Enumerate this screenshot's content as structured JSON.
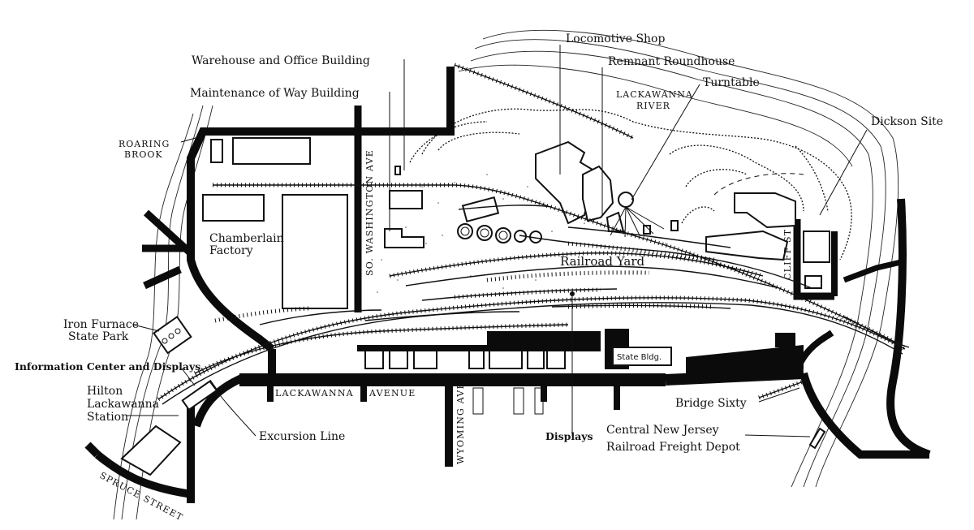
{
  "labels": {
    "locomotive_shop": "Locomotive Shop",
    "warehouse_office": "Warehouse and Office Building",
    "remnant_roundhouse": "Remnant Roundhouse",
    "turntable": "Turntable",
    "maintenance_of_way": "Maintenance of Way Building",
    "lackawanna_river": [
      "LACKAWANNA",
      "RIVER"
    ],
    "dickson_site": "Dickson Site",
    "roaring_brook": [
      "ROARING",
      "BROOK"
    ],
    "chamberlain_factory": [
      "Chamberlain",
      "Factory"
    ],
    "railroad_yard": "Railroad Yard",
    "iron_furnace": [
      "Iron Furnace",
      "State Park"
    ],
    "information_center": "Information Center and Displays",
    "hilton_station": [
      "Hilton",
      "Lackawanna",
      "Station"
    ],
    "state_bldg": "State Bldg.",
    "bridge_sixty": "Bridge Sixty",
    "excursion_line": "Excursion Line",
    "displays": "Displays",
    "cnj_depot": [
      "Central New Jersey",
      "Railroad Freight Depot"
    ]
  },
  "streets": {
    "washington_ave": "SO. WASHINGTON AVE",
    "lackawanna_ave": "LACKAWANNA",
    "avenue": "AVENUE",
    "wyoming_ave": "WYOMING AVE",
    "cliff_st": "CLIFF ST",
    "spruce_street": "SPRUCE STREET"
  }
}
